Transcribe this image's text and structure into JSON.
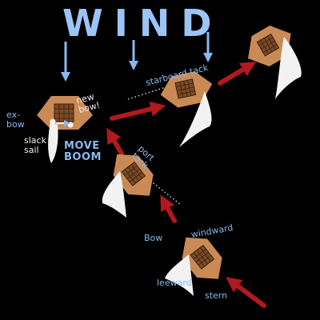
{
  "title": "WIND",
  "labels": {
    "ex_bow": "ex-\nbow",
    "new_bow": "new\nbow!",
    "slack_sail": "slack\nsail",
    "move_boom": "MOVE\nBOOM",
    "starboard_tack": "starboard tack",
    "port_tack": "port\ntack",
    "bow": "Bow",
    "windward": "windward",
    "leeward": "leeward",
    "stern": "stern"
  },
  "colors": {
    "wind": "#8ab8f0",
    "hull": "#c98a55",
    "sail": "#f2f2f2",
    "arrow": "#b0191e",
    "background": "#000000"
  }
}
